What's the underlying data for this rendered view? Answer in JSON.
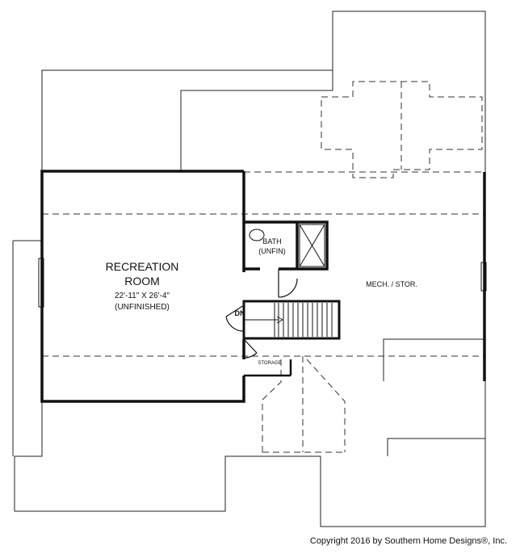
{
  "rooms": {
    "recreation": {
      "name_line1": "RECREATION",
      "name_line2": "ROOM",
      "size": "22'-11\" X 26'-4\"",
      "status": "(UNFINISHED)"
    },
    "bath": {
      "name": "BATH",
      "status": "(UNFIN)"
    },
    "mech": {
      "name": "MECH. / STOR."
    },
    "storage": {
      "name": "STORAGE"
    }
  },
  "stairs": {
    "direction_label": "DN"
  },
  "footer": {
    "copyright": "Copyright 2016 by Southern Home Designs®, Inc."
  }
}
